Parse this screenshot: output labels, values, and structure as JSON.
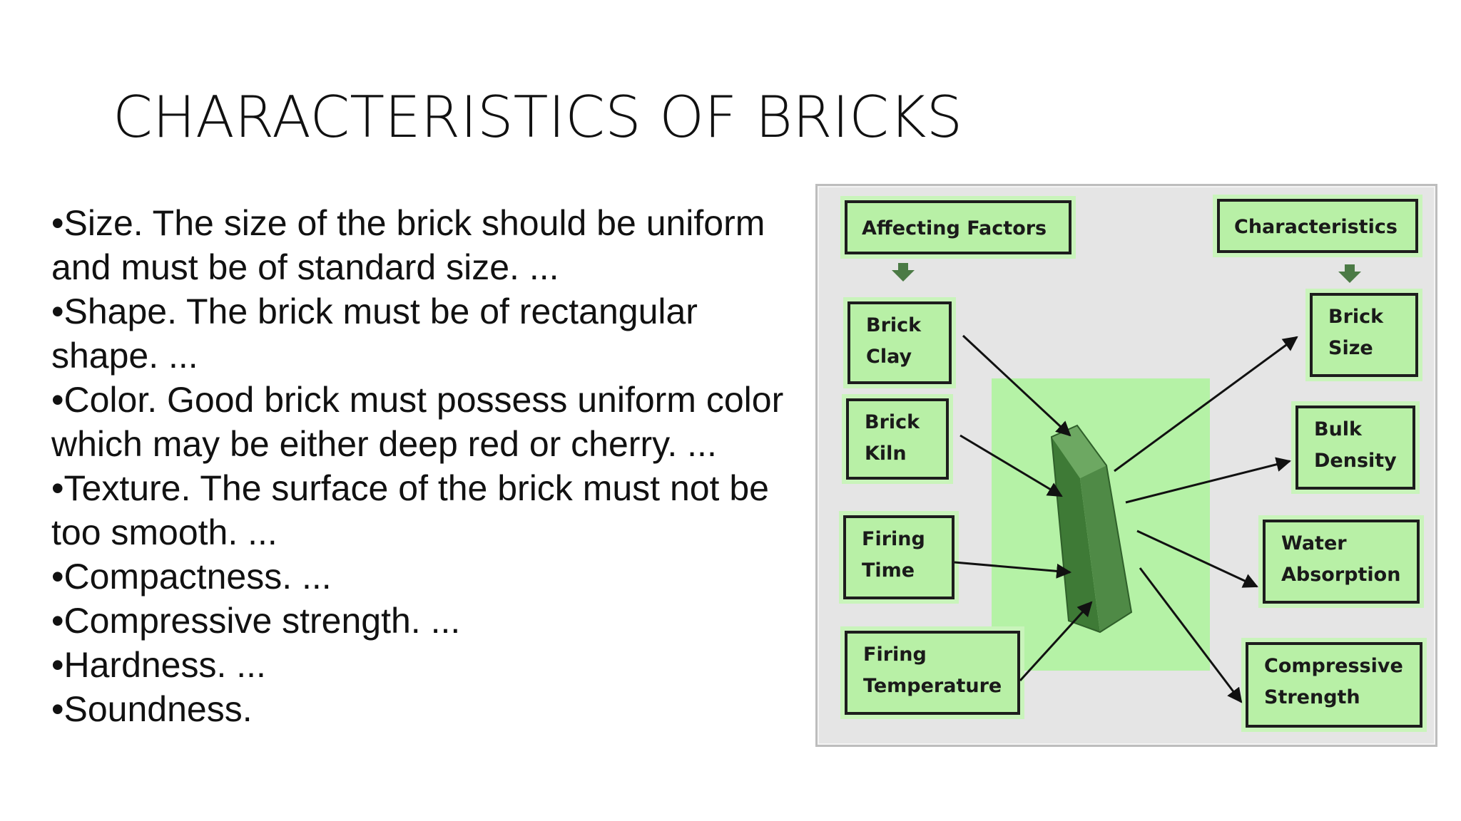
{
  "slide": {
    "title": "CHARACTERISTICS OF BRICKS",
    "bullets": [
      "•Size. The size of the brick should be uniform and must be of standard size. ...",
      "•Shape. The brick must be of rectangular shape. ...",
      "•Color. Good brick must possess uniform color which may be either deep red or cherry. ...",
      "•Texture. The surface of the brick must not be too smooth. ...",
      "•Compactness. ...",
      "•Compressive strength. ...",
      "•Hardness. ...",
      "•Soundness."
    ]
  },
  "diagram": {
    "left_header": "Affecting Factors",
    "right_header": "Characteristics",
    "factors": [
      [
        "Brick",
        "Clay"
      ],
      [
        "Brick",
        "Kiln"
      ],
      [
        "Firing",
        "Time"
      ],
      [
        "Firing",
        "Temperature"
      ]
    ],
    "characteristics": [
      [
        "Brick",
        "Size"
      ],
      [
        "Bulk",
        "Density"
      ],
      [
        "Water",
        "Absorption"
      ],
      [
        "Compressive",
        "Strength"
      ]
    ],
    "colors": {
      "box_fill": "#b8f0a6",
      "glow": "#b5f2a6",
      "brick": "#4f8a46",
      "arrow_down": "#4b7a45"
    },
    "icons": [
      "brick-block-icon",
      "arrow-down-icon"
    ]
  }
}
